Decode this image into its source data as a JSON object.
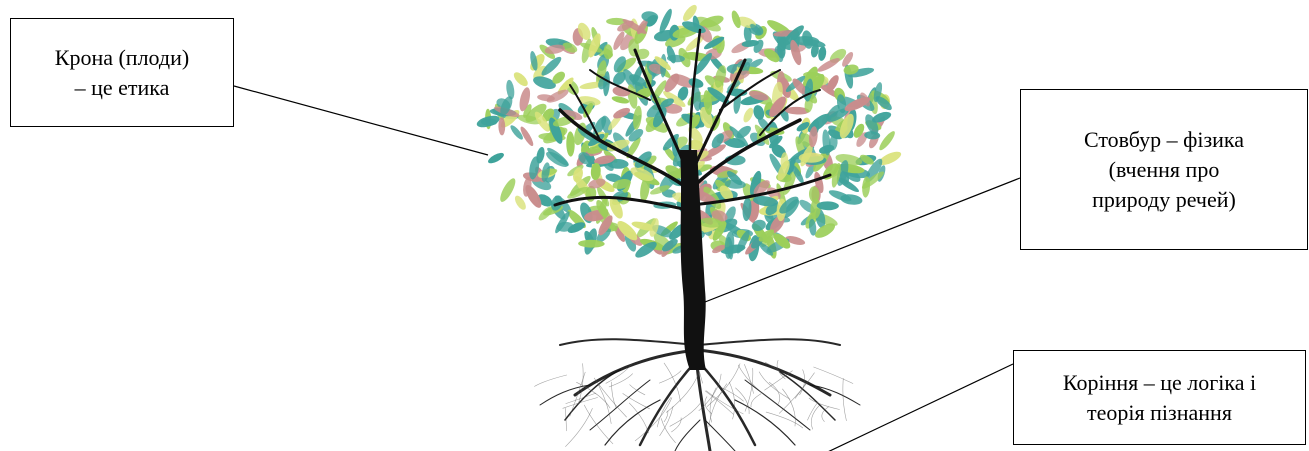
{
  "labels": {
    "crown": {
      "lines": [
        "Крона (плоди)",
        "– це етика"
      ]
    },
    "trunk": {
      "lines": [
        "Стовбур – фізика",
        "(вчення про",
        "природу речей)"
      ]
    },
    "roots": {
      "lines": [
        "Коріння – це логіка і",
        "теорія пізнання"
      ]
    }
  },
  "colors": {
    "border": "#000000",
    "connector": "#000000",
    "trunk": "#111111",
    "leaf_teal": "#3fa39b",
    "leaf_green": "#9ccf5a",
    "leaf_yellow": "#d9e27a",
    "leaf_pink": "#c98c8c"
  }
}
